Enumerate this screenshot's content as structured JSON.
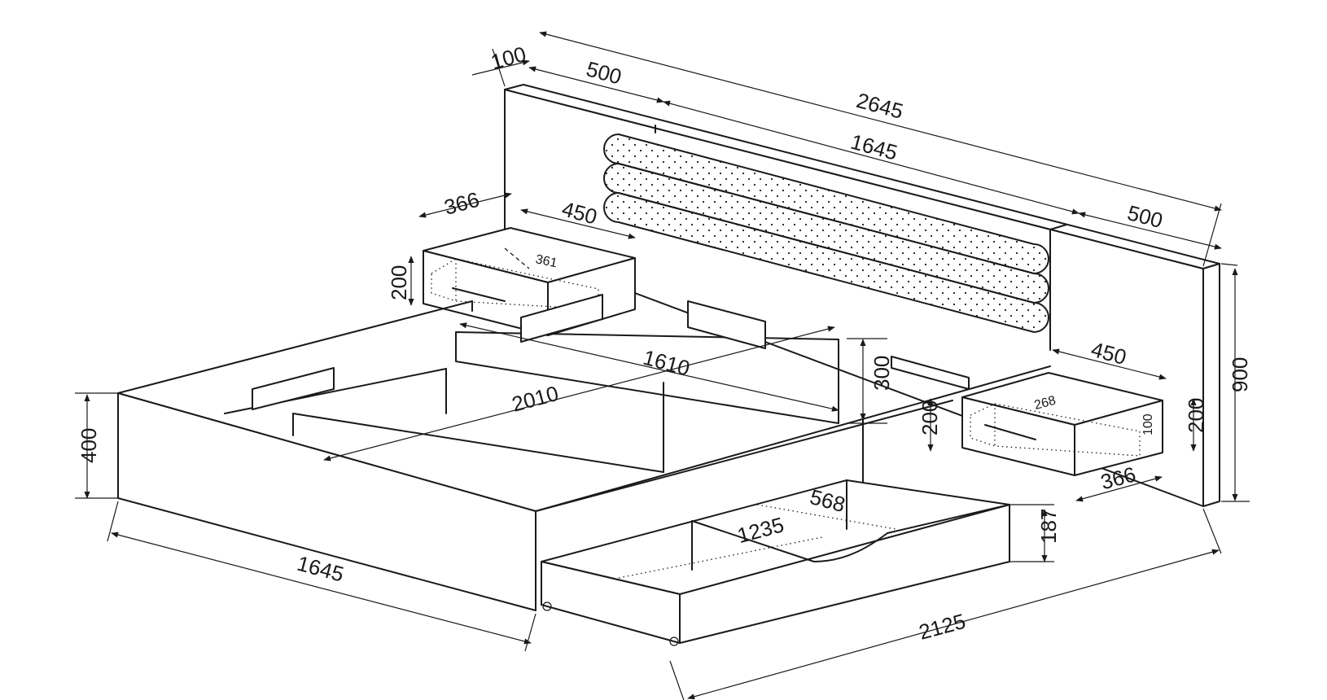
{
  "dimensions": {
    "headboard_thickness": "100",
    "shelf_left": "500",
    "headboard_length": "2645",
    "padded_length": "1645",
    "shelf_right": "500",
    "left_table_depth": "366",
    "left_table_width": "450",
    "left_table_height": "200",
    "left_drawer_inner": "361",
    "inner_width": "1610",
    "inner_length": "2010",
    "side_height": "300",
    "bed_height": "400",
    "bed_width": "1645",
    "right_table_width": "450",
    "right_table_depth": "366",
    "right_table_height": "200",
    "right_drawer_inner": "268",
    "right_drawer_height": "100",
    "shelf_height": "200",
    "headboard_height": "900",
    "drawer_length": "1235",
    "drawer_width": "568",
    "drawer_height": "187",
    "bed_length": "2125"
  }
}
